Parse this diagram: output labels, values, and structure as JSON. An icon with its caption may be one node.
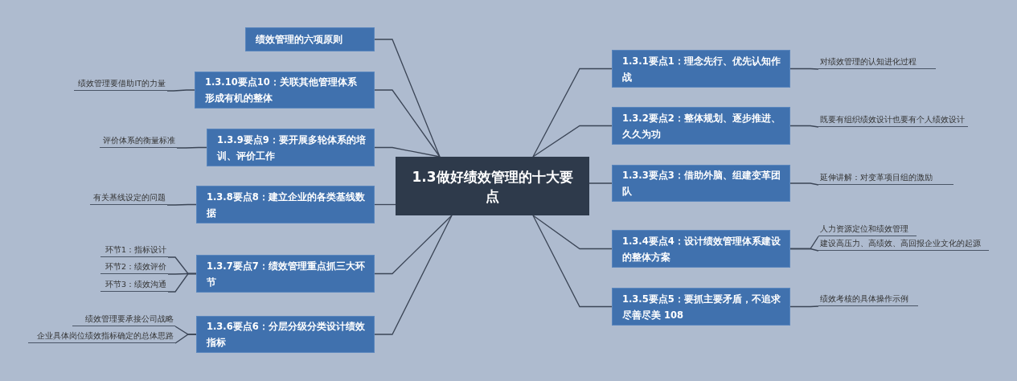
{
  "diagram": {
    "nodes": [
      {
        "text": [
          "1.3做好绩效管理的十大要点"
        ]
      },
      {
        "text": [
          "1.3.1要点1：理念先行、优先认知作战"
        ]
      },
      {
        "text": [
          "对绩效管理的认知进化过程"
        ]
      },
      {
        "text": [
          "1.3.2要点2：整体规划、逐步推进、久久为功"
        ]
      },
      {
        "text": [
          "既要有组织绩效设计也要有个人绩效设计"
        ]
      },
      {
        "text": [
          "1.3.3要点3：借助外脑、组建变革团队"
        ]
      },
      {
        "text": [
          "延伸讲解：对变革项目组的激励"
        ]
      },
      {
        "text": [
          "1.3.4要点4：设计绩效管理体系建设的整体方案"
        ]
      },
      {
        "text": [
          "人力资源定位和绩效管理"
        ]
      },
      {
        "text": [
          "建设高压力、高绩效、高回报企业文化的起源"
        ]
      },
      {
        "text": [
          "1.3.5要点5：要抓主要矛盾，不追求尽善尽美 108"
        ]
      },
      {
        "text": [
          "绩效考核的具体操作示例"
        ]
      },
      {
        "text": [
          "绩效管理的六项原则"
        ]
      },
      {
        "text": [
          "1.3.10要点10：关联其他管理体系形成有机的整体"
        ]
      },
      {
        "text": [
          "绩效管理要借助IT的力量"
        ]
      },
      {
        "text": [
          "1.3.9要点9：要开展多轮体系的培训、评价工作"
        ]
      },
      {
        "text": [
          "评价体系的衡量标准"
        ]
      },
      {
        "text": [
          "1.3.8要点8：建立企业的各类基线数据"
        ]
      },
      {
        "text": [
          "有关基线设定的问题"
        ]
      },
      {
        "text": [
          "1.3.7要点7：绩效管理重点抓三大环节"
        ]
      },
      {
        "text": [
          "环节1：指标设计"
        ]
      },
      {
        "text": [
          "环节2：绩效评价"
        ]
      },
      {
        "text": [
          "环节3：绩效沟通"
        ]
      },
      {
        "text": [
          "1.3.6要点6：分层分级分类设计绩效指标"
        ]
      },
      {
        "text": [
          "绩效管理要承接公司战略"
        ]
      },
      {
        "text": [
          "企业具体岗位绩效指标确定的总体思路"
        ]
      }
    ],
    "edges": [
      {
        "from": 0,
        "to": 1,
        "arrow": "none"
      },
      {
        "from": 1,
        "to": 2,
        "arrow": "none"
      },
      {
        "from": 0,
        "to": 3,
        "arrow": "none"
      },
      {
        "from": 3,
        "to": 4,
        "arrow": "none"
      },
      {
        "from": 0,
        "to": 5,
        "arrow": "none"
      },
      {
        "from": 5,
        "to": 6,
        "arrow": "none"
      },
      {
        "from": 0,
        "to": 7,
        "arrow": "none"
      },
      {
        "from": 7,
        "to": 8,
        "arrow": "none"
      },
      {
        "from": 7,
        "to": 9,
        "arrow": "none"
      },
      {
        "from": 0,
        "to": 10,
        "arrow": "none"
      },
      {
        "from": 10,
        "to": 11,
        "arrow": "none"
      },
      {
        "from": 0,
        "to": 12,
        "arrow": "none"
      },
      {
        "from": 0,
        "to": 13,
        "arrow": "none"
      },
      {
        "from": 13,
        "to": 14,
        "arrow": "none"
      },
      {
        "from": 0,
        "to": 15,
        "arrow": "none"
      },
      {
        "from": 15,
        "to": 16,
        "arrow": "none"
      },
      {
        "from": 0,
        "to": 17,
        "arrow": "none"
      },
      {
        "from": 17,
        "to": 18,
        "arrow": "none"
      },
      {
        "from": 0,
        "to": 19,
        "arrow": "none"
      },
      {
        "from": 19,
        "to": 20,
        "arrow": "none"
      },
      {
        "from": 19,
        "to": 21,
        "arrow": "none"
      },
      {
        "from": 19,
        "to": 22,
        "arrow": "none"
      },
      {
        "from": 0,
        "to": 23,
        "arrow": "none"
      },
      {
        "from": 23,
        "to": 24,
        "arrow": "none"
      },
      {
        "from": 23,
        "to": 25,
        "arrow": "none"
      }
    ]
  }
}
